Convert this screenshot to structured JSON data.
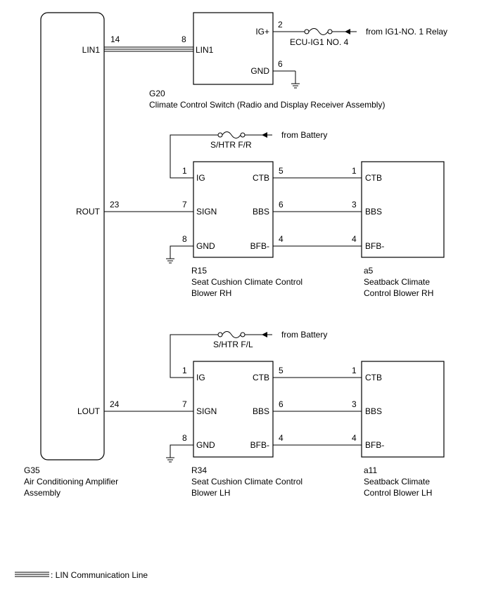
{
  "amplifier": {
    "code": "G35",
    "name_line1": "Air Conditioning Amplifier",
    "name_line2": "Assembly",
    "pins": {
      "lin1": "LIN1",
      "rout": "ROUT",
      "lout": "LOUT"
    },
    "pin_numbers": {
      "lin1": "14",
      "rout": "23",
      "lout": "24"
    }
  },
  "climate_switch": {
    "code": "G20",
    "name": "Climate Control Switch (Radio and Display Receiver Assembly)",
    "pins": {
      "lin1": "LIN1",
      "ig": "IG+",
      "gnd": "GND"
    },
    "pin_numbers": {
      "lin1": "8",
      "ig": "2",
      "gnd": "6"
    },
    "fuse": "ECU-IG1 NO. 4",
    "source": "from IG1-NO. 1 Relay"
  },
  "rh": {
    "fuse": "S/HTR F/R",
    "source": "from Battery",
    "cushion": {
      "code": "R15",
      "name_line1": "Seat Cushion Climate Control",
      "name_line2": "Blower RH",
      "pins": {
        "ig": "IG",
        "sign": "SIGN",
        "gnd": "GND",
        "ctb": "CTB",
        "bbs": "BBS",
        "bfb": "BFB-"
      },
      "pin_numbers": {
        "ig": "1",
        "sign": "7",
        "gnd": "8",
        "ctb": "5",
        "bbs": "6",
        "bfb": "4"
      }
    },
    "seatback": {
      "code": "a5",
      "name_line1": "Seatback Climate",
      "name_line2": "Control Blower RH",
      "pins": {
        "ctb": "CTB",
        "bbs": "BBS",
        "bfb": "BFB-"
      },
      "pin_numbers": {
        "ctb": "1",
        "bbs": "3",
        "bfb": "4"
      }
    }
  },
  "lh": {
    "fuse": "S/HTR F/L",
    "source": "from Battery",
    "cushion": {
      "code": "R34",
      "name_line1": "Seat Cushion Climate Control",
      "name_line2": "Blower LH",
      "pins": {
        "ig": "IG",
        "sign": "SIGN",
        "gnd": "GND",
        "ctb": "CTB",
        "bbs": "BBS",
        "bfb": "BFB-"
      },
      "pin_numbers": {
        "ig": "1",
        "sign": "7",
        "gnd": "8",
        "ctb": "5",
        "bbs": "6",
        "bfb": "4"
      }
    },
    "seatback": {
      "code": "a11",
      "name_line1": "Seatback Climate",
      "name_line2": "Control Blower LH",
      "pins": {
        "ctb": "CTB",
        "bbs": "BBS",
        "bfb": "BFB-"
      },
      "pin_numbers": {
        "ctb": "1",
        "bbs": "3",
        "bfb": "4"
      }
    }
  },
  "legend": {
    "lin_line": ": LIN Communication Line"
  }
}
